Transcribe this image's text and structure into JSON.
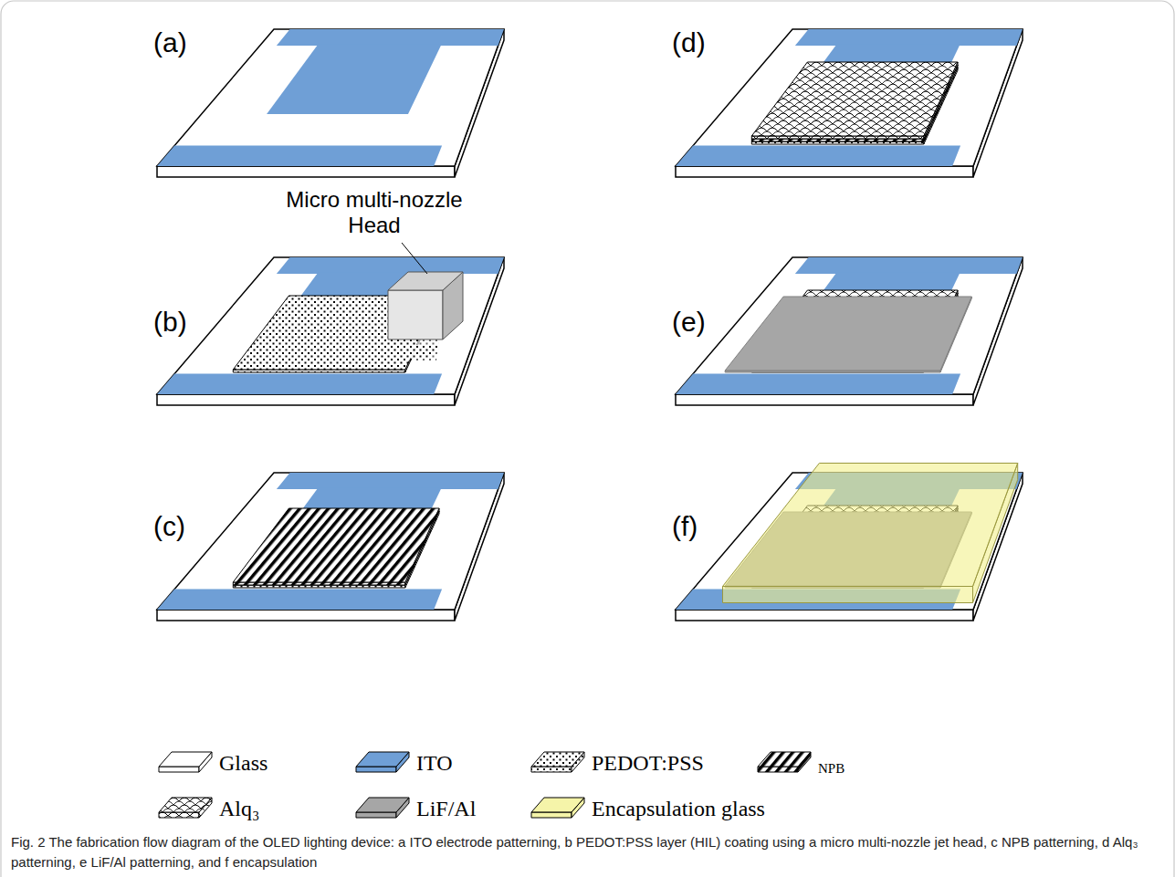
{
  "diagram": {
    "caption": "Fig. 2 The fabrication flow diagram of the OLED lighting device: a ITO electrode patterning, b PEDOT:PSS layer (HIL) coating using a micro multi-nozzle jet head, c NPB patterning, d Alq₃ patterning, e LiF/Al patterning, and f encapsulation",
    "labels": [
      "(a)",
      "(d)",
      "Micro multi-nozzle Head",
      "(b)",
      "(e)",
      "(c)",
      "(f)"
    ],
    "legend": [
      {
        "text": "Glass",
        "color": "#ffffff"
      },
      {
        "text": "ITO",
        "color": "#6f9fd6"
      },
      {
        "text": "PEDOT:PSS"
      },
      {
        "text": "NPB"
      },
      {
        "text": "Alq₃"
      },
      {
        "text": "LiF/Al",
        "color": "#a6a6a6"
      },
      {
        "text": "Encapsulation glass",
        "color": "#f2f08c"
      }
    ]
  }
}
